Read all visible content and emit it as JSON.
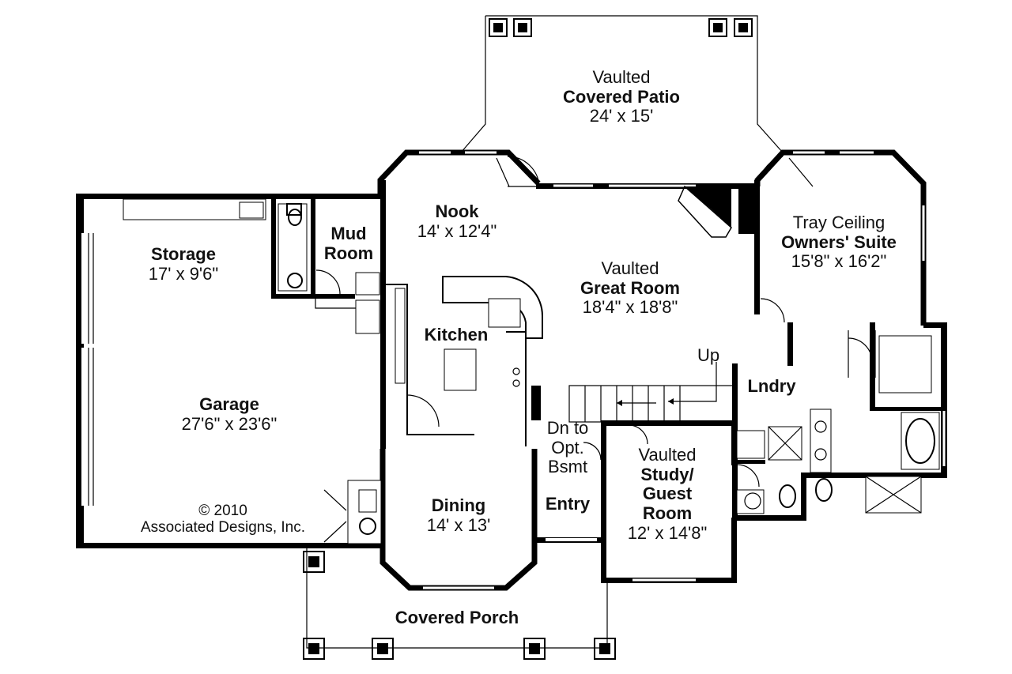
{
  "rooms": {
    "covered_patio": {
      "prefix": "Vaulted",
      "name": "Covered Patio",
      "dims": "24' x 15'"
    },
    "nook": {
      "name": "Nook",
      "dims": "14' x 12'4\""
    },
    "great_room": {
      "prefix": "Vaulted",
      "name": "Great Room",
      "dims": "18'4\" x 18'8\""
    },
    "owners_suite": {
      "prefix": "Tray Ceiling",
      "name": "Owners' Suite",
      "dims": "15'8\" x 16'2\""
    },
    "storage": {
      "name": "Storage",
      "dims": "17' x 9'6\""
    },
    "mud_room": {
      "name": "Mud Room"
    },
    "kitchen": {
      "name": "Kitchen"
    },
    "garage": {
      "name": "Garage",
      "dims": "27'6\" x 23'6\""
    },
    "lndry": {
      "name": "Lndry"
    },
    "dining": {
      "name": "Dining",
      "dims": "14' x 13'"
    },
    "entry": {
      "name": "Entry"
    },
    "study": {
      "prefix": "Vaulted",
      "name": "Study/ Guest Room",
      "dims": "12' x 14'8\""
    },
    "covered_porch": {
      "name": "Covered Porch"
    }
  },
  "notes": {
    "stair_up": "Up",
    "basement": "Dn to Opt. Bsmt",
    "copyright_line1": "© 2010",
    "copyright_line2": "Associated Designs, Inc."
  }
}
